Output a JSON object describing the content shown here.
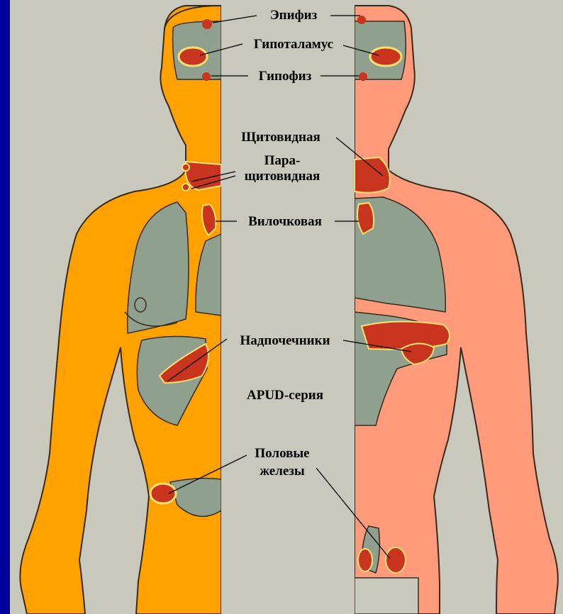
{
  "colors": {
    "frame": "#00009c",
    "background": "#c8c8bc",
    "female_skin": "#ffa200",
    "male_skin": "#ff9a7a",
    "gland": "#c8341e",
    "gland_outline": "#ffe070",
    "organ": "#8fa08f",
    "outline": "#3a2a1a"
  },
  "labels": {
    "epiphysis": "Эпифиз",
    "hypothalamus": "Гипоталамус",
    "hypophysis": "Гипофиз",
    "thyroid": "Щитовидная",
    "parathyroid_1": "Пара-",
    "parathyroid_2": "щитовидная",
    "thymus": "Вилочковая",
    "adrenals": "Надпочечники",
    "apud": "APUD-серия",
    "gonads_1": "Половые",
    "gonads_2": "железы"
  }
}
